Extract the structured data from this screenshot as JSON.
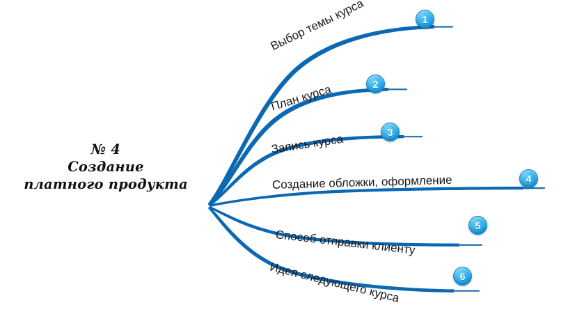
{
  "colors": {
    "branch_line": "#0B68B3",
    "badge_blue": "#29ABE2",
    "underline": "#1F6FB5",
    "text": "#1a1a1a",
    "background": "#ffffff"
  },
  "center": {
    "line1": "№ 4",
    "line2": "Создание",
    "line3": "платного продукта"
  },
  "branches": [
    {
      "number": "1",
      "label": "Выбор темы курса"
    },
    {
      "number": "2",
      "label": "План курса"
    },
    {
      "number": "3",
      "label": "Запись курса"
    },
    {
      "number": "4",
      "label": "Создание обложки, оформление"
    },
    {
      "number": "5",
      "label": "Способ отправки клиенту"
    },
    {
      "number": "6",
      "label": "Идея следующего курса"
    }
  ]
}
